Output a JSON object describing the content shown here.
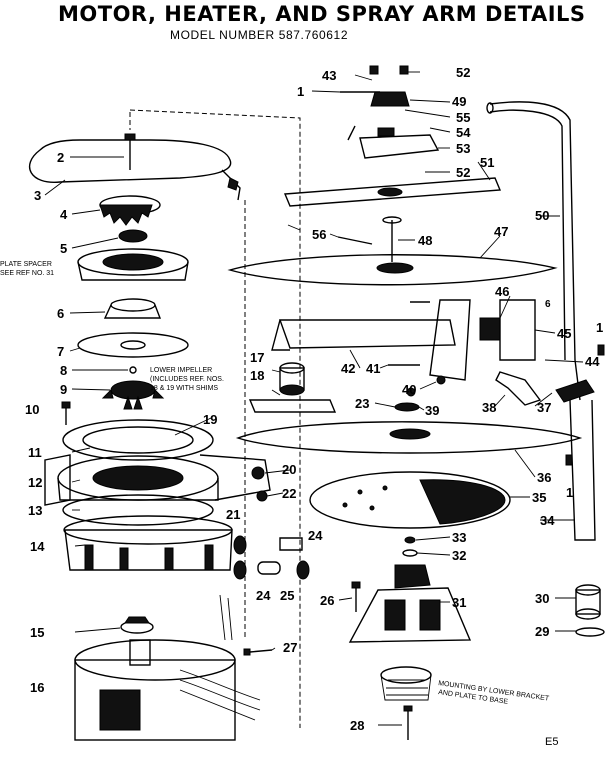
{
  "title": "MOTOR, HEATER, AND SPRAY ARM DETAILS",
  "model_line": "MODEL NUMBER 587.760612",
  "page_code": "E5",
  "notes": {
    "plate_spacer": [
      "PLATE SPACER",
      "SEE REF NO. 31"
    ],
    "lower_impeller": [
      "LOWER IMPELLER",
      "(INCLUDES REF. NOS.",
      "18 & 19 WITH SHIMS"
    ],
    "mounting_plate": [
      "MOUNTING BY LOWER BRACKET",
      "AND PLATE TO BASE"
    ]
  },
  "callouts": {
    "c1a": "1",
    "c1b": "1",
    "c1c": "1",
    "c2": "2",
    "c3": "3",
    "c4": "4",
    "c5": "5",
    "c6": "6",
    "c7": "7",
    "c8": "8",
    "c9": "9",
    "c10": "10",
    "c11": "11",
    "c12": "12",
    "c13": "13",
    "c14": "14",
    "c15": "15",
    "c16": "16",
    "c17": "17",
    "c18": "18",
    "c19": "19",
    "c20": "20",
    "c21": "21",
    "c22": "22",
    "c23": "23",
    "c24a": "24",
    "c24b": "24",
    "c25": "25",
    "c26": "26",
    "c27": "27",
    "c28": "28",
    "c29": "29",
    "c30": "30",
    "c31": "31",
    "c32": "32",
    "c33": "33",
    "c34": "34",
    "c35": "35",
    "c36": "36",
    "c37": "37",
    "c38": "38",
    "c39": "39",
    "c40": "40",
    "c41": "41",
    "c42": "42",
    "c43": "43",
    "c44": "44",
    "c45": "45",
    "c46": "46",
    "c47": "47",
    "c48": "48",
    "c49": "49",
    "c50": "50",
    "c51": "51",
    "c52a": "52",
    "c52b": "52",
    "c53": "53",
    "c54": "54",
    "c55": "55",
    "c56": "56",
    "c6b": "6"
  }
}
